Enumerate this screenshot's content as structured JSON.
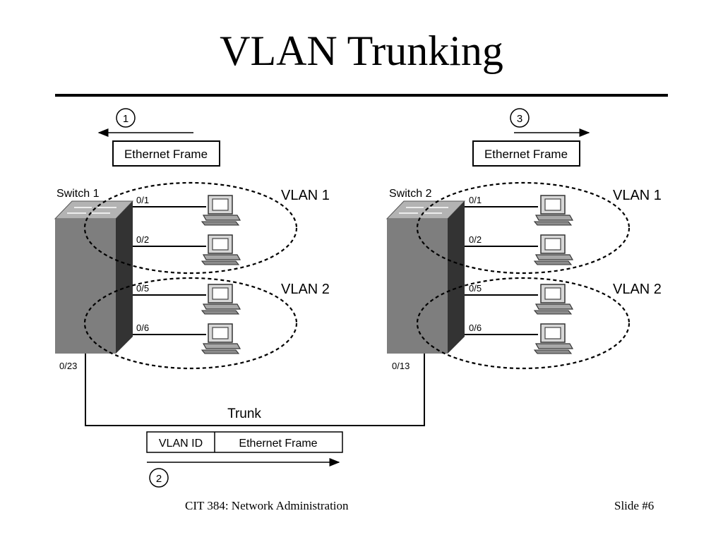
{
  "slide": {
    "title": "VLAN Trunking",
    "footer_course": "CIT 384: Network Administration",
    "footer_slide": "Slide #6"
  },
  "diagram": {
    "step1": "1",
    "step2": "2",
    "step3": "3",
    "frame_left": "Ethernet Frame",
    "frame_right": "Ethernet Frame",
    "switch1": {
      "name": "Switch 1",
      "ports": [
        "0/1",
        "0/2",
        "0/5",
        "0/6"
      ],
      "trunk_port": "0/23",
      "vlan_a": "VLAN 1",
      "vlan_b": "VLAN 2"
    },
    "switch2": {
      "name": "Switch 2",
      "ports": [
        "0/1",
        "0/2",
        "0/5",
        "0/6"
      ],
      "trunk_port": "0/13",
      "vlan_a": "VLAN 1",
      "vlan_b": "VLAN 2"
    },
    "trunk_label": "Trunk",
    "tagged_frame": {
      "vlan_id": "VLAN ID",
      "frame": "Ethernet Frame"
    }
  }
}
